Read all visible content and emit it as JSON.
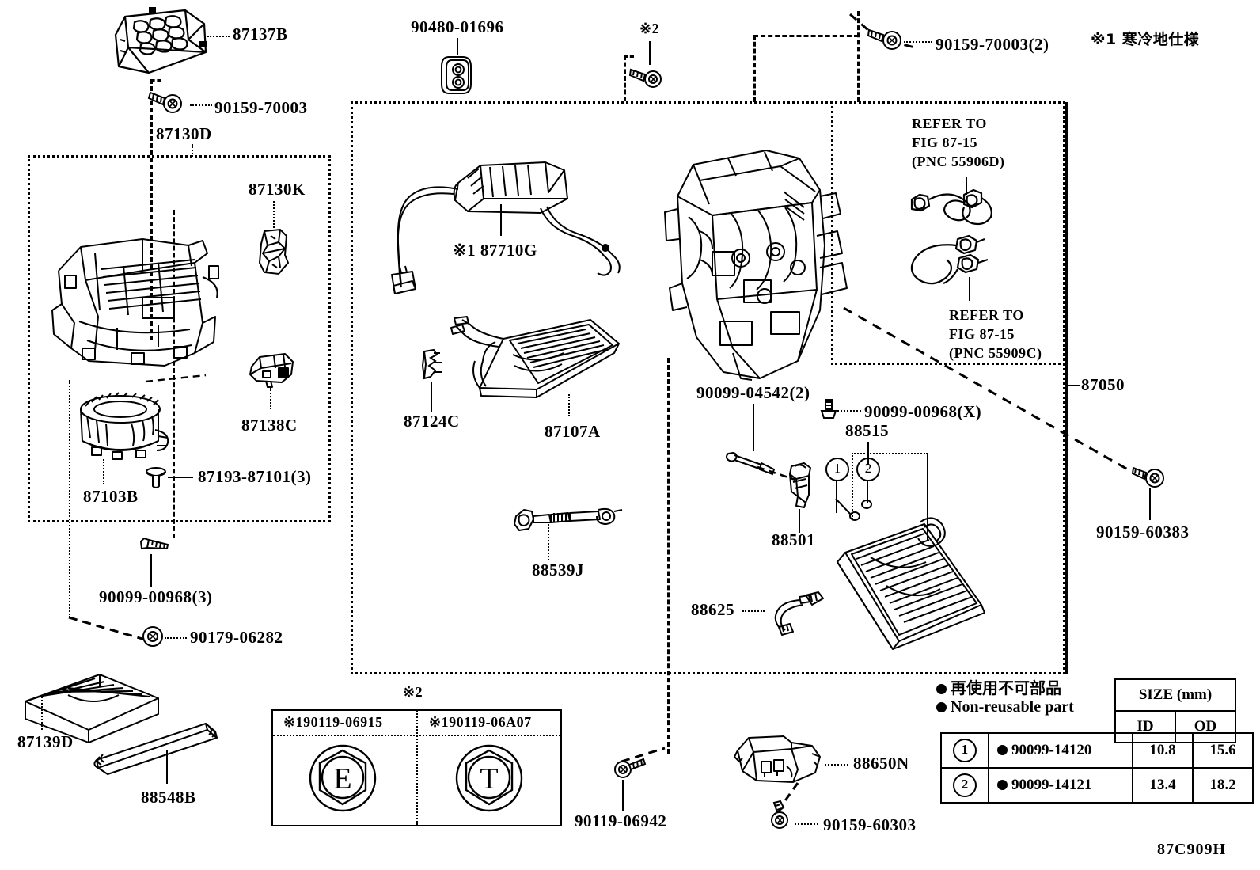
{
  "diagram": {
    "figure_code": "87C909H",
    "notes": [
      {
        "id": "note1",
        "text": "※1 寒冷地仕様"
      },
      {
        "id": "note2",
        "text": "※2"
      }
    ],
    "references": [
      {
        "id": "ref-55906d",
        "lines": [
          "REFER TO",
          "FIG 87-15",
          "(PNC 55906D)"
        ]
      },
      {
        "id": "ref-55909c",
        "lines": [
          "REFER TO",
          "FIG 87-15",
          "(PNC 55909C)"
        ]
      }
    ],
    "callouts": [
      {
        "id": "c-87137b",
        "text": "87137B"
      },
      {
        "id": "c-90159-70003",
        "text": "90159-70003"
      },
      {
        "id": "c-87130d",
        "text": "87130D"
      },
      {
        "id": "c-87130k",
        "text": "87130K"
      },
      {
        "id": "c-87138c",
        "text": "87138C"
      },
      {
        "id": "c-87193",
        "text": "87193-87101(3)"
      },
      {
        "id": "c-87103b",
        "text": "87103B"
      },
      {
        "id": "c-90099-00968-3",
        "text": "90099-00968(3)"
      },
      {
        "id": "c-90179-06282",
        "text": "90179-06282"
      },
      {
        "id": "c-87139d",
        "text": "87139D"
      },
      {
        "id": "c-88548b",
        "text": "88548B"
      },
      {
        "id": "c-90480-01696",
        "text": "90480-01696"
      },
      {
        "id": "c-note2-top",
        "text": "※2"
      },
      {
        "id": "c-87710g",
        "text": "※1 87710G"
      },
      {
        "id": "c-87124c",
        "text": "87124C"
      },
      {
        "id": "c-87107a",
        "text": "87107A"
      },
      {
        "id": "c-88539j",
        "text": "88539J"
      },
      {
        "id": "c-90159-70003-2",
        "text": "90159-70003(2)"
      },
      {
        "id": "c-90099-04542",
        "text": "90099-04542(2)"
      },
      {
        "id": "c-90099-00968-x",
        "text": "90099-00968(X)"
      },
      {
        "id": "c-88501",
        "text": "88501"
      },
      {
        "id": "c-88515",
        "text": "88515"
      },
      {
        "id": "c-88625",
        "text": "88625"
      },
      {
        "id": "c-87050",
        "text": "87050"
      },
      {
        "id": "c-90159-60383",
        "text": "90159-60383"
      },
      {
        "id": "c-90119-06942",
        "text": "90119-06942"
      },
      {
        "id": "c-88650n",
        "text": "88650N"
      },
      {
        "id": "c-90159-60303",
        "text": "90159-60303"
      }
    ],
    "balloons": [
      {
        "id": "balloon-1",
        "text": "1"
      },
      {
        "id": "balloon-2",
        "text": "2"
      }
    ],
    "bolt_table": {
      "note_label": "※2",
      "columns": [
        {
          "header": "※190119-06915",
          "mark": "E"
        },
        {
          "header": "※190119-06A07",
          "mark": "T"
        }
      ]
    },
    "legend": {
      "line_jp": "再使用不可部品",
      "line_en": "Non-reusable part"
    },
    "size_table": {
      "title": "SIZE (mm)",
      "columns": [
        "ID",
        "OD"
      ],
      "rows": [
        {
          "ref": "1",
          "part": "90099-14120",
          "id": "10.8",
          "od": "15.6"
        },
        {
          "ref": "2",
          "part": "90099-14121",
          "id": "13.4",
          "od": "18.2"
        }
      ]
    }
  }
}
